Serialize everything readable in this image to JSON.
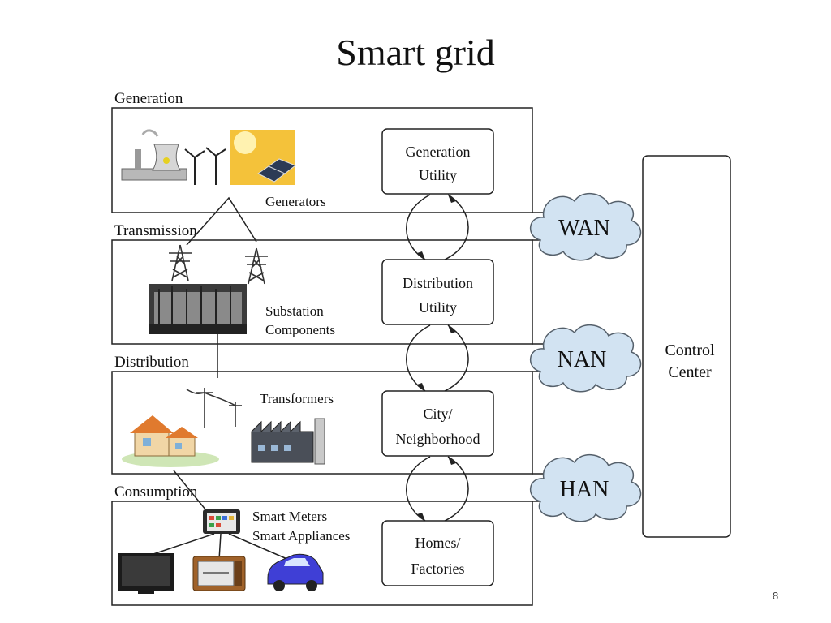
{
  "slide": {
    "title": "Smart grid",
    "page_number": "8"
  },
  "sections": {
    "generation": "Generation",
    "transmission": "Transmission",
    "distribution": "Distribution",
    "consumption": "Consumption"
  },
  "component_labels": {
    "generators": "Generators",
    "substation_line1": "Substation",
    "substation_line2": "Components",
    "transformers": "Transformers",
    "smart_meters": "Smart Meters",
    "smart_appliances": "Smart Appliances"
  },
  "entities": {
    "generation_utility": [
      "Generation",
      "Utility"
    ],
    "distribution_utility": [
      "Distribution",
      "Utility"
    ],
    "city_neighborhood": [
      "City/",
      "Neighborhood"
    ],
    "homes_factories": [
      "Homes/",
      "Factories"
    ]
  },
  "networks": {
    "wan": "WAN",
    "nan": "NAN",
    "han": "HAN"
  },
  "control_center": [
    "Control",
    "Center"
  ],
  "colors": {
    "cloud_fill": "#d2e3f2",
    "cloud_stroke": "#55606b",
    "solar_bg": "#f4c23a",
    "car": "#3f3fd6",
    "house_wall": "#f1d6a6",
    "house_roof": "#e07a2e"
  }
}
